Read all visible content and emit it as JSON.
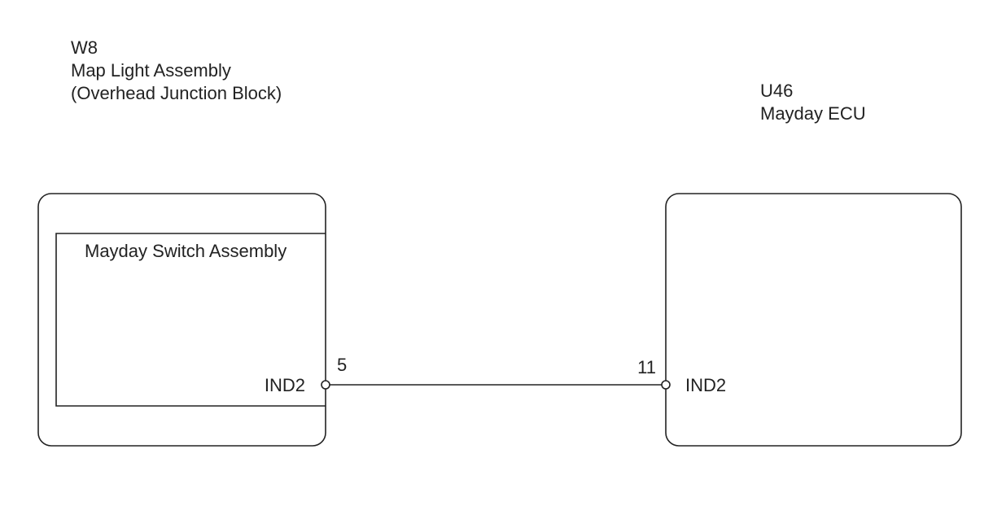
{
  "left_component": {
    "code": "W8",
    "name": "Map Light Assembly",
    "sub_name": "(Overhead Junction Block)",
    "inner_module": "Mayday Switch Assembly",
    "terminal_signal": "IND2",
    "terminal_pin": "5"
  },
  "right_component": {
    "code": "U46",
    "name": "Mayday ECU",
    "terminal_signal": "IND2",
    "terminal_pin": "11"
  },
  "colors": {
    "line": "#222222",
    "background": "#ffffff"
  }
}
